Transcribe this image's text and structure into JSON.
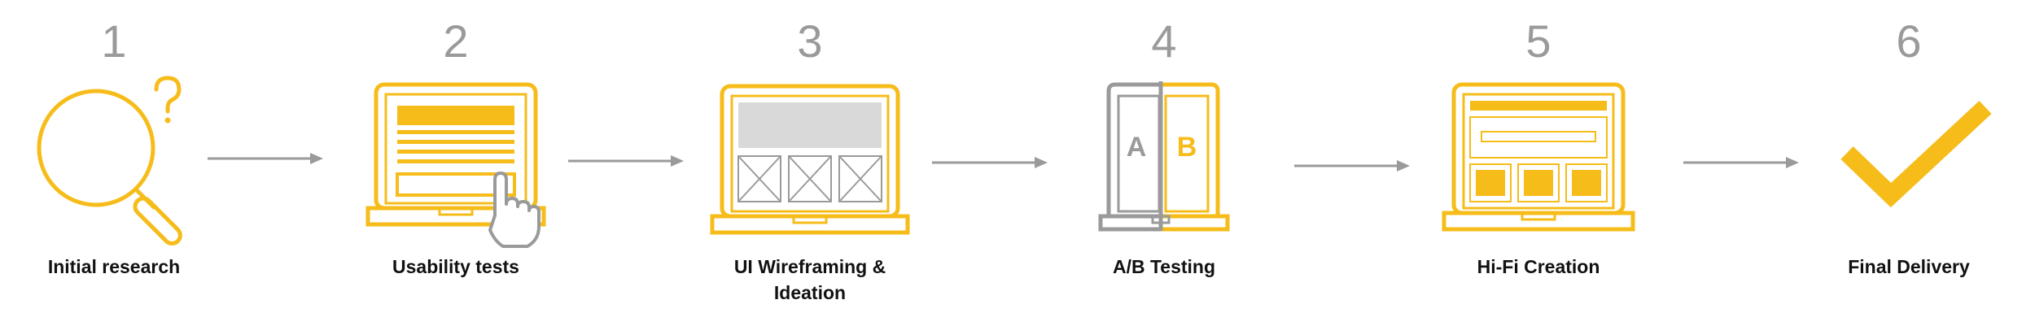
{
  "colors": {
    "accent": "#F6BC1A",
    "gray": "#9A9A9A",
    "light_gray": "#D9D9D9",
    "text": "#111111"
  },
  "steps": [
    {
      "number": "1",
      "label": "Initial research",
      "icon": "magnifier-question-icon"
    },
    {
      "number": "2",
      "label": "Usability tests",
      "icon": "laptop-pointer-icon"
    },
    {
      "number": "3",
      "label": "UI Wireframing & Ideation",
      "icon": "laptop-wireframe-icon"
    },
    {
      "number": "4",
      "label": "A/B Testing",
      "icon": "laptop-ab-icon",
      "variant_a": "A",
      "variant_b": "B"
    },
    {
      "number": "5",
      "label": "Hi-Fi Creation",
      "icon": "laptop-hifi-icon"
    },
    {
      "number": "6",
      "label": "Final Delivery",
      "icon": "checkmark-icon"
    }
  ]
}
